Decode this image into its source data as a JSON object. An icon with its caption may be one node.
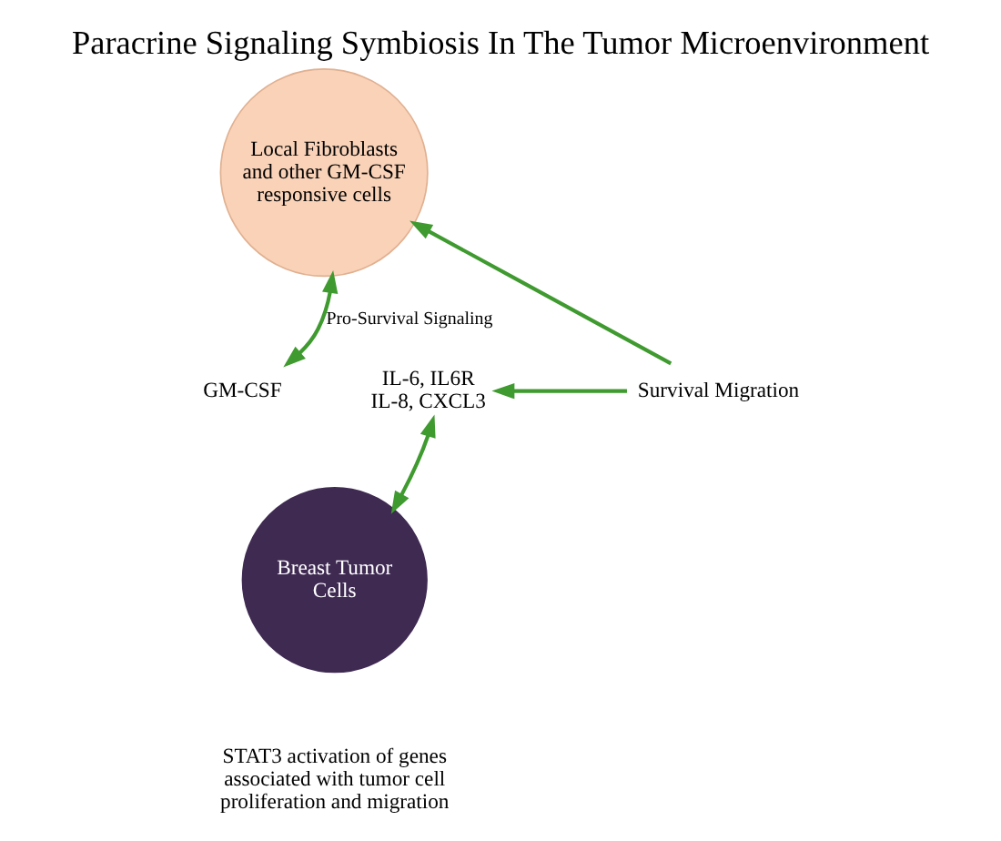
{
  "diagram": {
    "title": "Paracrine Signaling Symbiosis In The Tumor Microenvironment",
    "nodes": [
      {
        "text": [
          "Local Fibroblasts and other GM-CSF responsive cells"
        ]
      },
      {
        "text": [
          "Breast Tumor Cells"
        ],
        "beside": [
          "STAT3 activation of genes associated with tumor cell proliferation and migration"
        ]
      },
      {
        "text": [
          "GM-CSF"
        ]
      },
      {
        "text": [
          "IL-6, IL6R",
          "IL-8, CXCL3"
        ]
      },
      {
        "text": [
          "Survival Migration"
        ]
      }
    ],
    "edges": [
      {
        "from": 2,
        "to": 0,
        "arrow": "both",
        "label": "Pro-Survival Signaling"
      },
      {
        "from": 3,
        "to": 1,
        "arrow": "both"
      },
      {
        "from": 4,
        "to": 3,
        "arrow": "to"
      },
      {
        "from": 4,
        "to": 0,
        "arrow": "to"
      }
    ]
  }
}
